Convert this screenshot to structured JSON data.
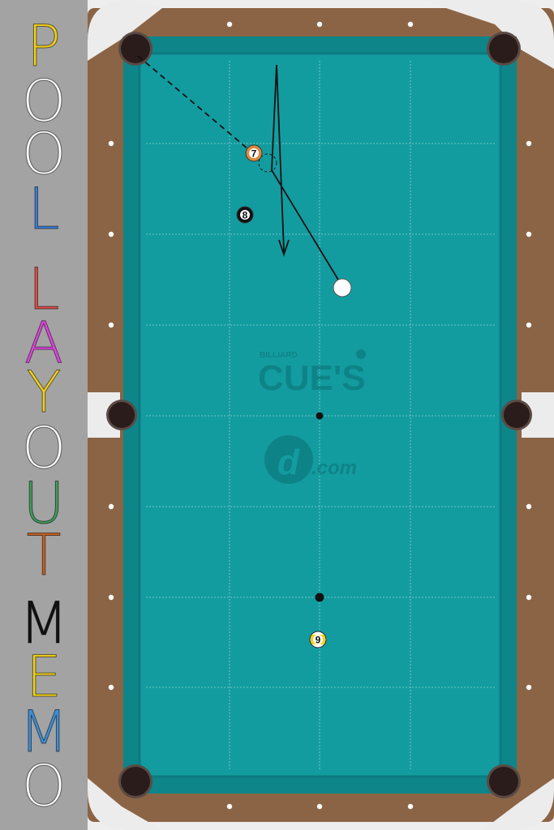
{
  "title": {
    "letters": [
      {
        "char": "P",
        "color": "#f2d21b"
      },
      {
        "char": "O",
        "color": "#ffffff"
      },
      {
        "char": "O",
        "color": "#ffffff"
      },
      {
        "char": "L",
        "color": "#3d7fd6"
      },
      {
        "char": "L",
        "color": "#e24c4c"
      },
      {
        "char": "A",
        "color": "#e044e0"
      },
      {
        "char": "Y",
        "color": "#f2d21b"
      },
      {
        "char": "O",
        "color": "#ffffff"
      },
      {
        "char": "U",
        "color": "#3e9e5a"
      },
      {
        "char": "T",
        "color": "#c8621e"
      },
      {
        "char": "M",
        "color": "#111111"
      },
      {
        "char": "E",
        "color": "#f2d21b"
      },
      {
        "char": "M",
        "color": "#3d8fd6"
      },
      {
        "char": "O",
        "color": "#ffffff"
      }
    ]
  },
  "table": {
    "cloth_color": "#139ca0",
    "rail_color": "#8b6445",
    "logo": {
      "small_text": "BILLIARD",
      "big_text": "CUE'S",
      "domain_text": ".com",
      "domain_mark": "d"
    },
    "balls": [
      {
        "name": "ball-7",
        "number": "7",
        "color": "#d98a3e"
      },
      {
        "name": "ball-8",
        "number": "8",
        "color": "#111111"
      },
      {
        "name": "ball-9",
        "number": "9",
        "color": "#f2d21b"
      }
    ],
    "cue_ball_color": "#ffffff"
  }
}
